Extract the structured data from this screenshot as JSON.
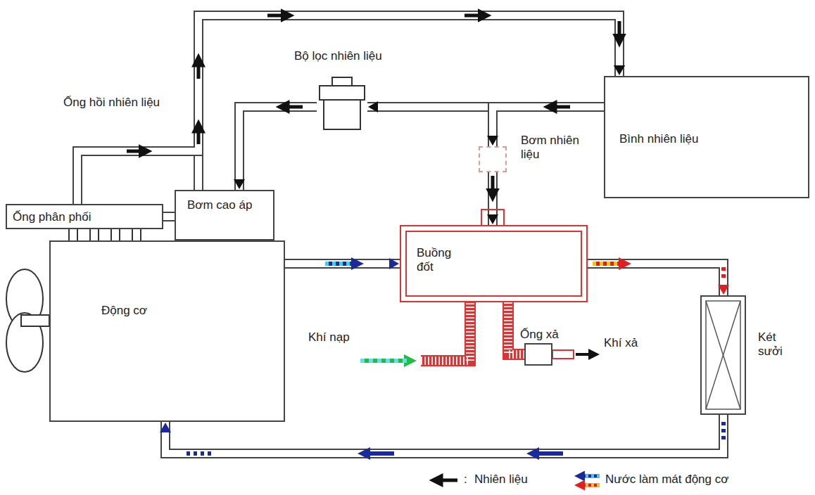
{
  "diagram": {
    "nodes": [
      {
        "text": [
          "Bộ lọc nhiên liệu"
        ]
      },
      {
        "text": [
          "Bình nhiên liệu"
        ]
      },
      {
        "text": [
          "Bơm nhiên liệu"
        ]
      },
      {
        "text": [
          "Ống phân phối"
        ]
      },
      {
        "text": [
          "Bơm cao áp"
        ]
      },
      {
        "text": [
          "Động cơ"
        ]
      },
      {
        "text": [
          "Buồng đốt"
        ]
      },
      {
        "text": [
          "Ống xả"
        ]
      },
      {
        "text": [
          "Két sưởi"
        ]
      }
    ],
    "edges": [
      {
        "from": 1,
        "to": 0,
        "arrow": "to"
      },
      {
        "from": 1,
        "to": 2,
        "arrow": "to"
      },
      {
        "from": 2,
        "to": 6,
        "arrow": "to"
      },
      {
        "from": 0,
        "to": 4,
        "arrow": "to"
      },
      {
        "from": 4,
        "to": 1,
        "arrow": "to"
      },
      {
        "from": 3,
        "to": 1,
        "arrow": "to"
      },
      {
        "from": 3,
        "to": 4,
        "arrow": "none"
      },
      {
        "from": 5,
        "to": 6,
        "arrow": "to"
      },
      {
        "from": 6,
        "to": 8,
        "arrow": "to"
      },
      {
        "from": 8,
        "to": 5,
        "arrow": "to"
      },
      {
        "from": 6,
        "to": 7,
        "arrow": "none"
      }
    ],
    "labels": [
      "Ống hồi nhiên liệu",
      "Khí nạp",
      "Khí xả",
      ":"
    ],
    "legend": [
      {
        "text": "Nhiên liệu"
      },
      {
        "text": "Nước làm mát động cơ"
      }
    ]
  }
}
